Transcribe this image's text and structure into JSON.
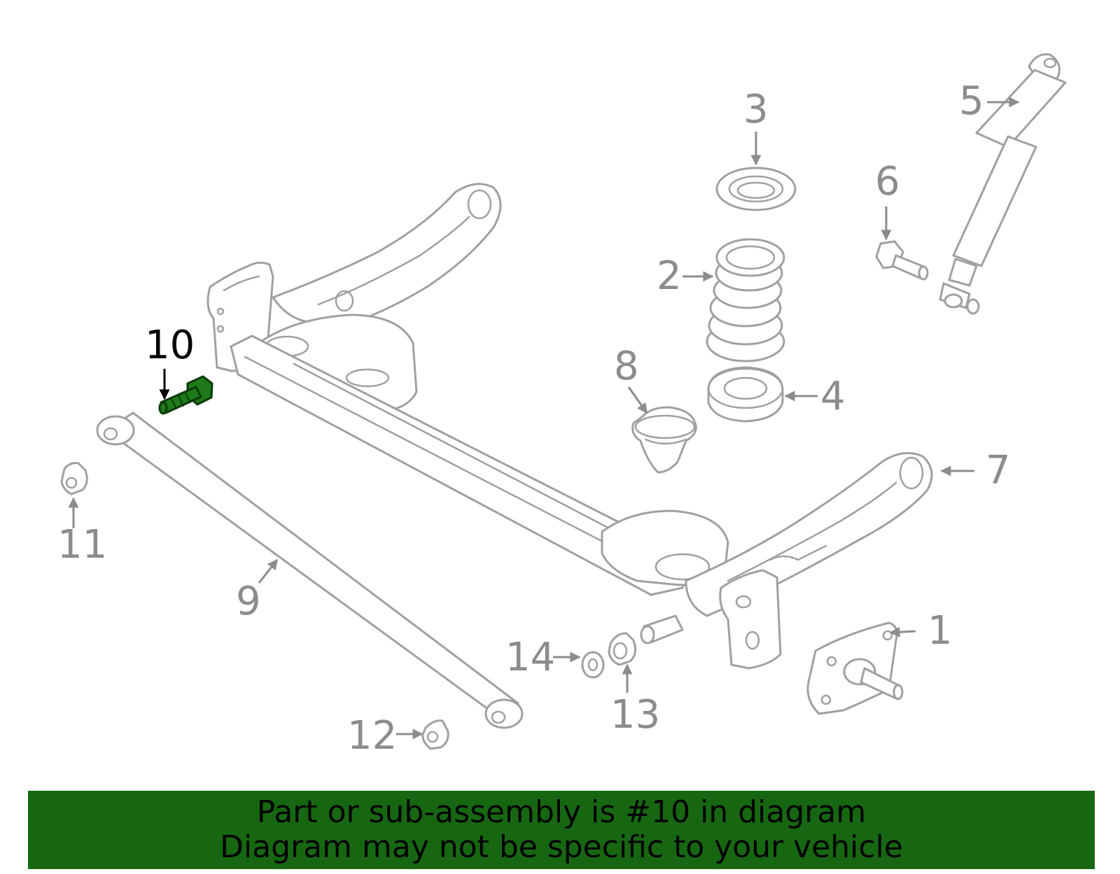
{
  "callouts": [
    {
      "id": "1",
      "label": "1"
    },
    {
      "id": "2",
      "label": "2"
    },
    {
      "id": "3",
      "label": "3"
    },
    {
      "id": "4",
      "label": "4"
    },
    {
      "id": "5",
      "label": "5"
    },
    {
      "id": "6",
      "label": "6"
    },
    {
      "id": "7",
      "label": "7"
    },
    {
      "id": "8",
      "label": "8"
    },
    {
      "id": "9",
      "label": "9"
    },
    {
      "id": "10",
      "label": "10"
    },
    {
      "id": "11",
      "label": "11"
    },
    {
      "id": "12",
      "label": "12"
    },
    {
      "id": "13",
      "label": "13"
    },
    {
      "id": "14",
      "label": "14"
    }
  ],
  "highlighted_part": "10",
  "colors": {
    "highlight_part": "#1f7a1a",
    "banner_background": "#176712",
    "line_art": "#a0a0a0",
    "callout_text": "#8c8c8c"
  },
  "banner": {
    "line1": "Part or sub-assembly is #10 in diagram",
    "line2": "Diagram may not be specific to your vehicle"
  }
}
